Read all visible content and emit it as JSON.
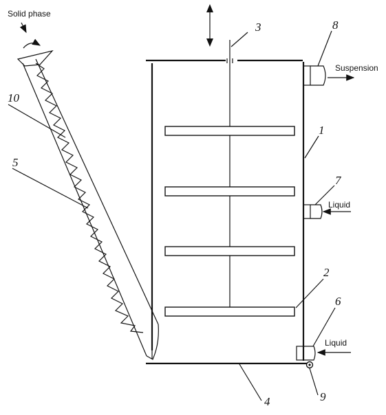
{
  "labels": {
    "solid_phase": "Solid phase",
    "suspension": "Suspension",
    "liquid_top": "Liquid",
    "liquid_bottom": "Liquid"
  },
  "numbers": {
    "n1": "1",
    "n2": "2",
    "n3": "3",
    "n4": "4",
    "n5": "5",
    "n6": "6",
    "n7": "7",
    "n8": "8",
    "n9": "9",
    "n10": "10"
  }
}
